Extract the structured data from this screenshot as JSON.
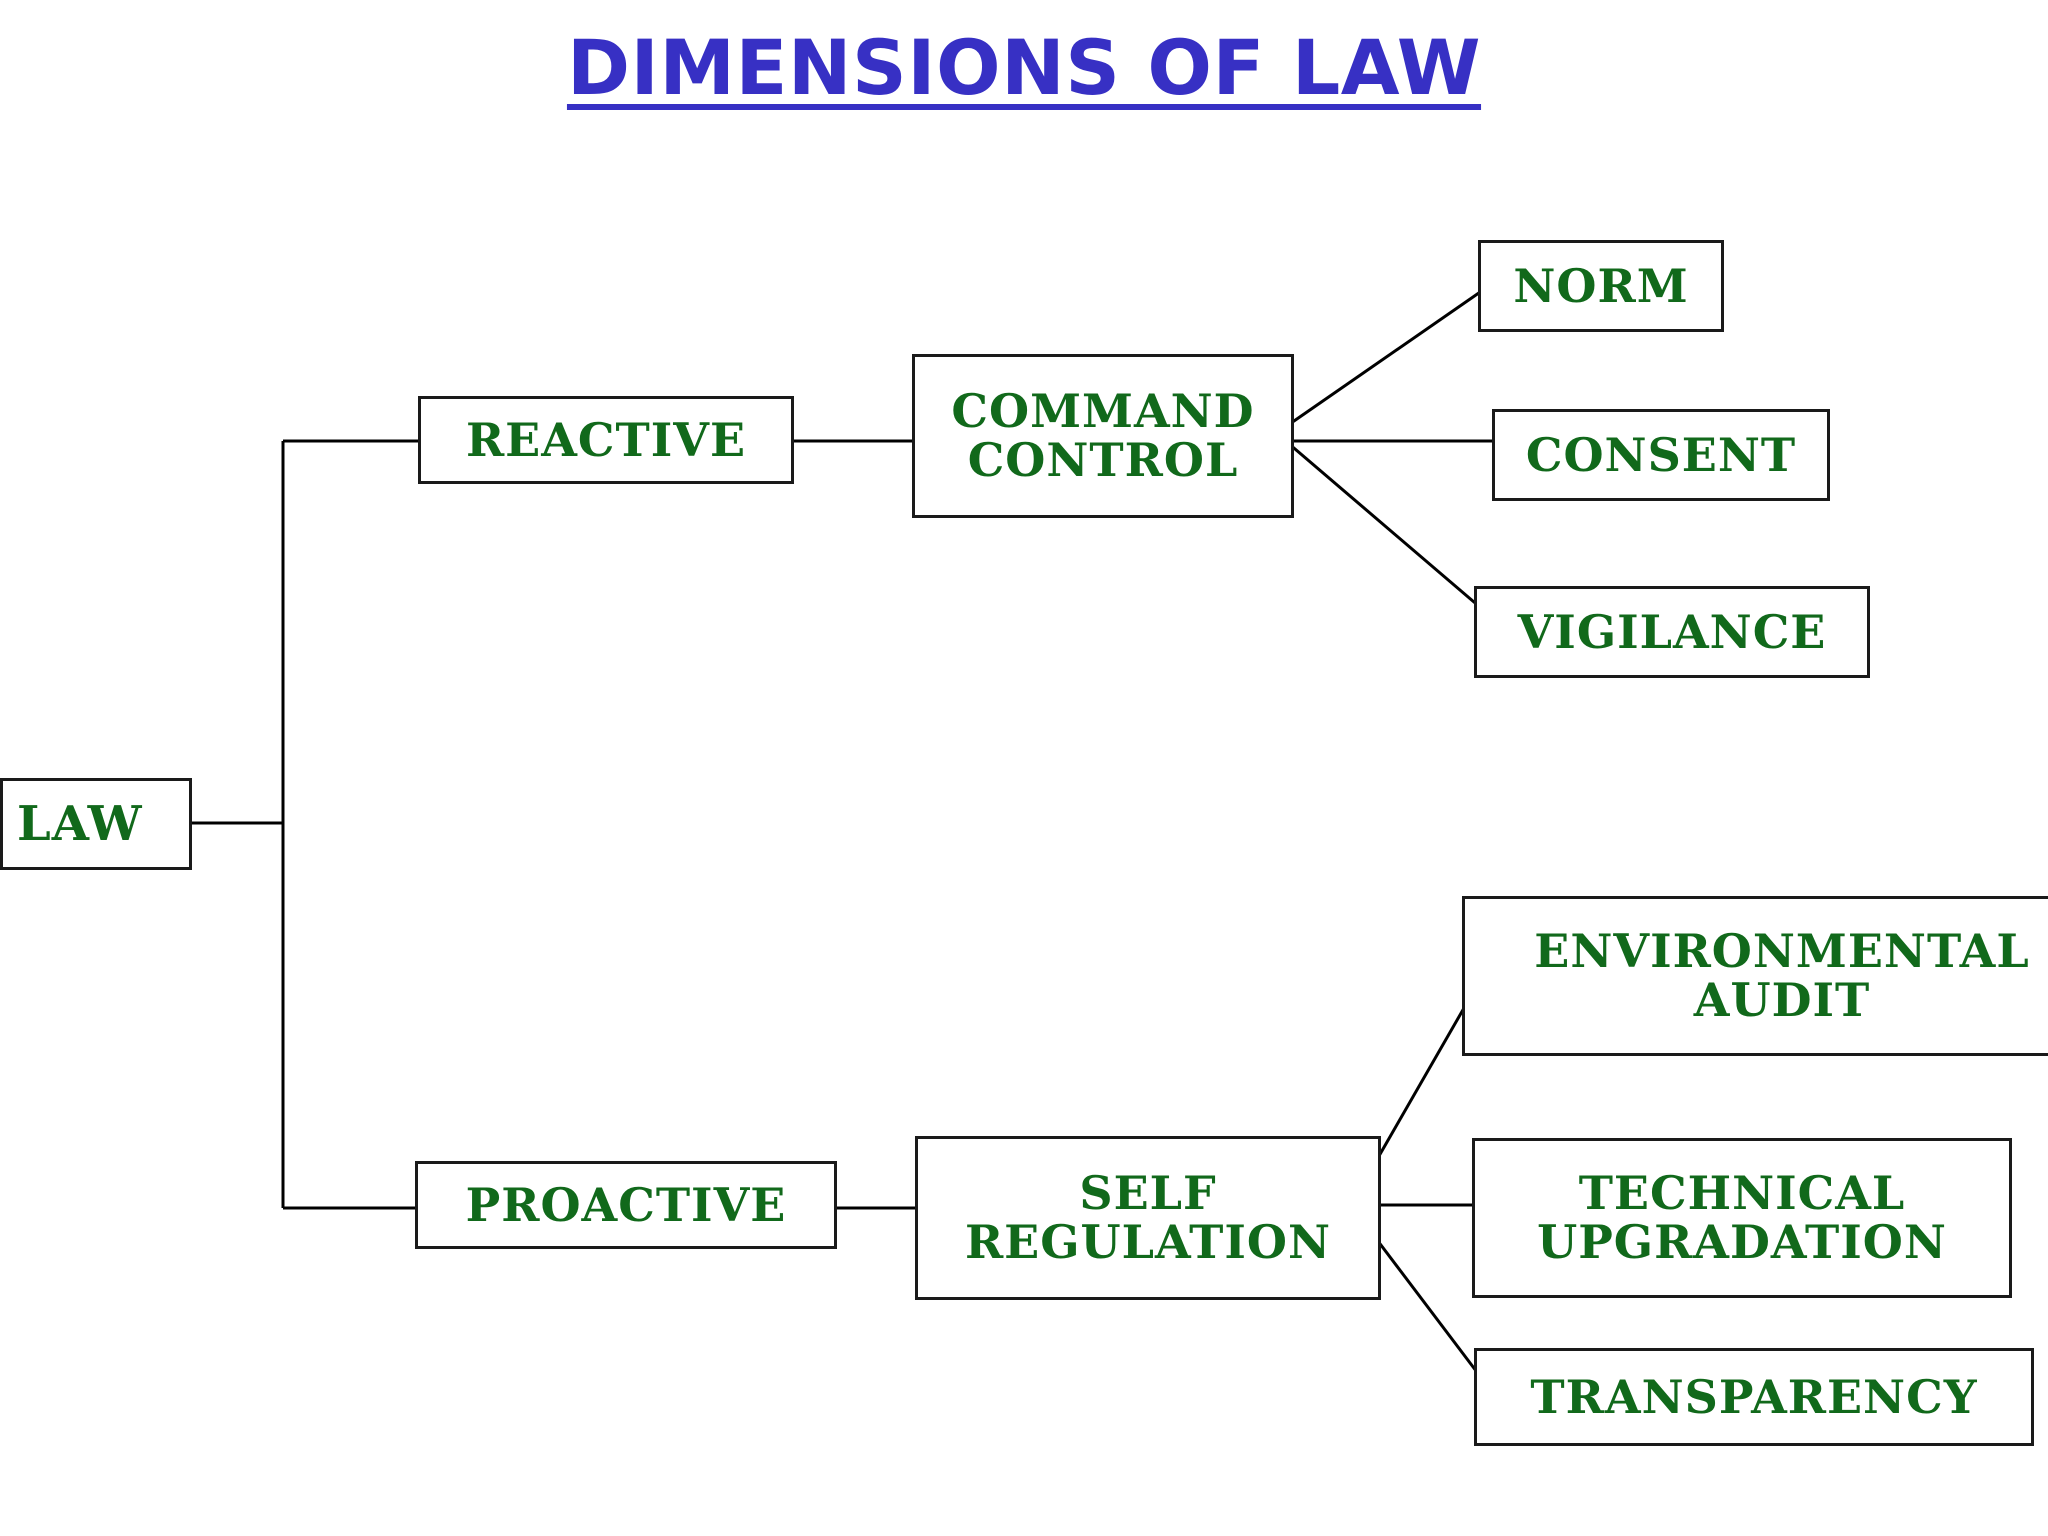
{
  "title": {
    "text": "DIMENSIONS OF LAW",
    "color": "#3730c4",
    "underline": true
  },
  "colors": {
    "title_blue": "#3730c4",
    "node_text_green": "#11691b",
    "node_border": "#1a1a1a",
    "connector": "#000000",
    "background": "#ffffff"
  },
  "diagram": {
    "type": "tree",
    "root": "LAW",
    "nodes": {
      "law": {
        "label": "LAW"
      },
      "reactive": {
        "label": "REACTIVE"
      },
      "proactive": {
        "label": "PROACTIVE"
      },
      "command_control": {
        "label": "COMMAND\nCONTROL"
      },
      "self_regulation": {
        "label": "SELF\nREGULATION"
      },
      "norm": {
        "label": "NORM"
      },
      "consent": {
        "label": "CONSENT"
      },
      "vigilance": {
        "label": "VIGILANCE"
      },
      "environmental_audit": {
        "label": "ENVIRONMENTAL\nAUDIT"
      },
      "technical_upgradation": {
        "label": "TECHNICAL\nUPGRADATION"
      },
      "transparency": {
        "label": "TRANSPARENCY"
      }
    },
    "edges": [
      {
        "from": "law",
        "to": "reactive"
      },
      {
        "from": "law",
        "to": "proactive"
      },
      {
        "from": "reactive",
        "to": "command_control"
      },
      {
        "from": "command_control",
        "to": "norm"
      },
      {
        "from": "command_control",
        "to": "consent"
      },
      {
        "from": "command_control",
        "to": "vigilance"
      },
      {
        "from": "proactive",
        "to": "self_regulation"
      },
      {
        "from": "self_regulation",
        "to": "environmental_audit"
      },
      {
        "from": "self_regulation",
        "to": "technical_upgradation"
      },
      {
        "from": "self_regulation",
        "to": "transparency"
      }
    ]
  }
}
